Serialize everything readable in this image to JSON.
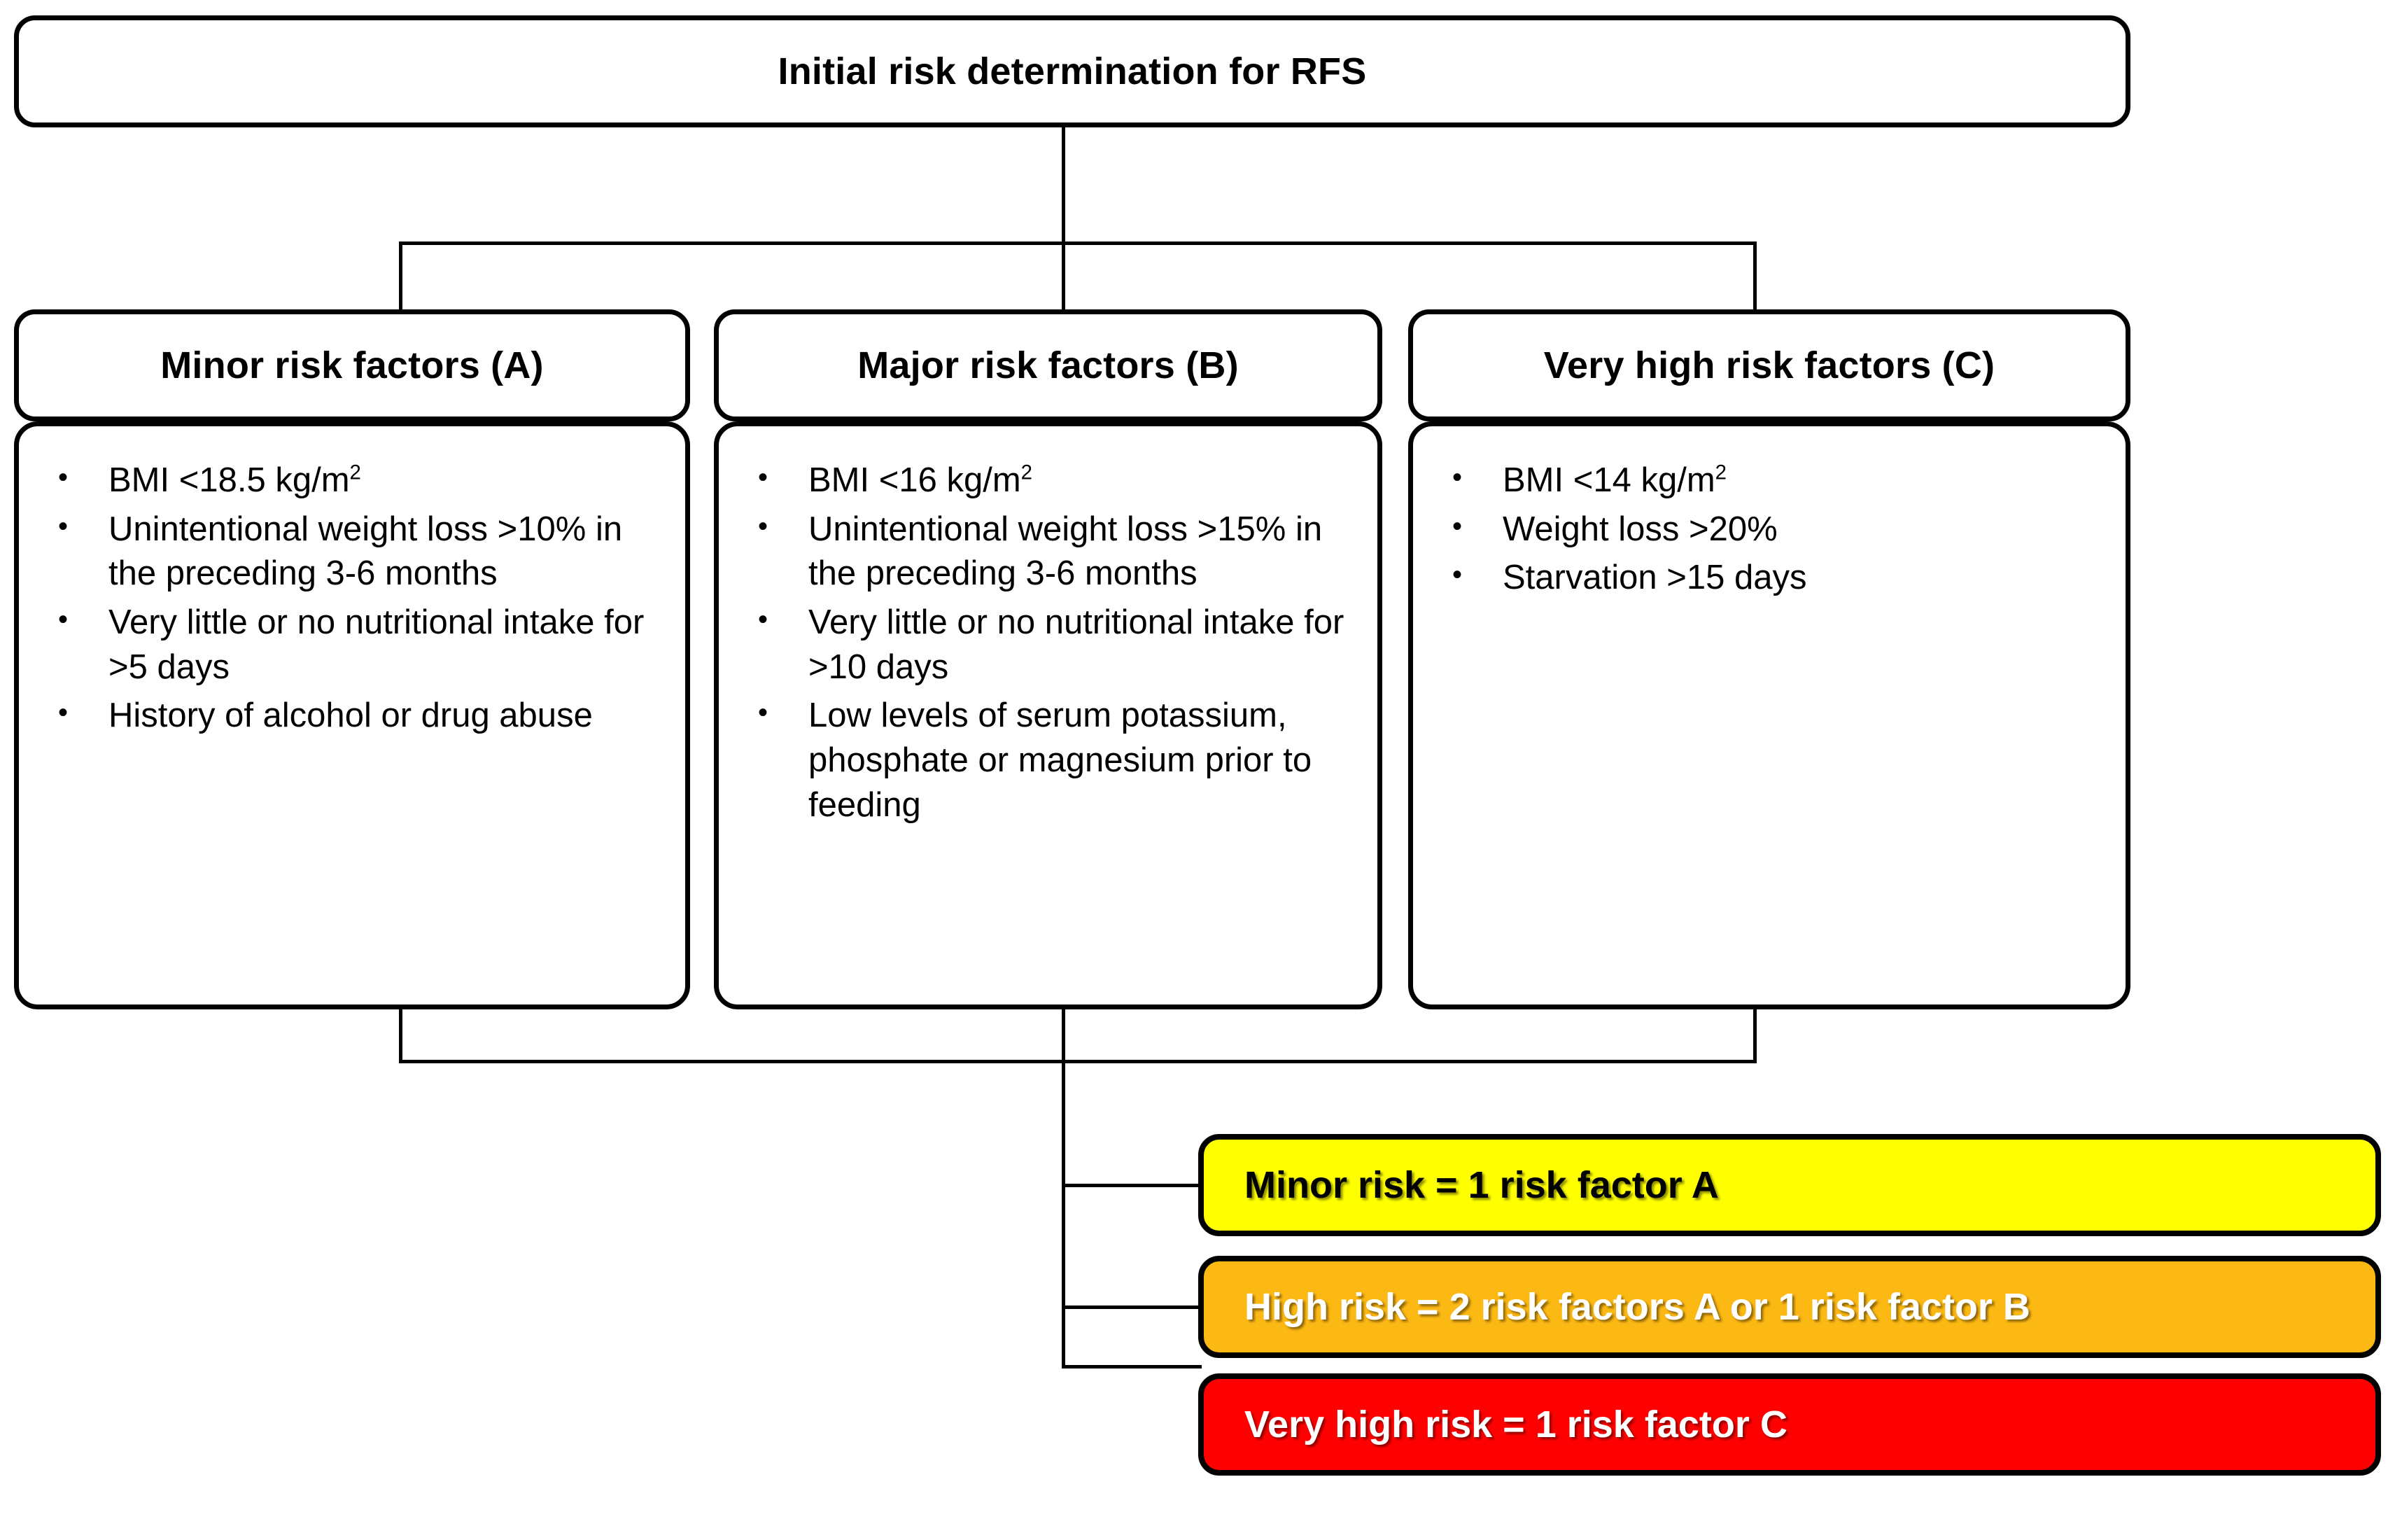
{
  "diagram": {
    "title": "Initial risk determination for RFS",
    "columns": [
      {
        "header": "Minor risk factors (A)",
        "items": [
          {
            "text": "BMI <18.5 kg/m",
            "sup": "2"
          },
          {
            "text": "Unintentional weight loss >10% in the preceding 3-6 months",
            "sup": ""
          },
          {
            "text": "Very little or no nutritional intake for >5 days",
            "sup": ""
          },
          {
            "text": "History of alcohol or drug abuse",
            "sup": ""
          }
        ]
      },
      {
        "header": "Major risk factors (B)",
        "items": [
          {
            "text": "BMI <16 kg/m",
            "sup": "2"
          },
          {
            "text": "Unintentional weight loss >15% in the preceding 3-6 months",
            "sup": ""
          },
          {
            "text": "Very little or no nutritional intake for >10 days",
            "sup": ""
          },
          {
            "text": "Low levels of serum potassium, phosphate or magnesium prior to feeding",
            "sup": ""
          }
        ]
      },
      {
        "header": "Very high risk factors (C)",
        "items": [
          {
            "text": "BMI <14 kg/m",
            "sup": "2"
          },
          {
            "text": "Weight loss >20%",
            "sup": ""
          },
          {
            "text": "Starvation >15 days",
            "sup": ""
          }
        ]
      }
    ],
    "results": [
      {
        "label": "Minor risk = 1 risk factor A",
        "color": "#FFFF00",
        "text_color": "#000000"
      },
      {
        "label": "High risk = 2 risk factors A or 1 risk factor B",
        "color": "#FCB813",
        "text_color": "#FFFFFF"
      },
      {
        "label": "Very high risk = 1 risk factor C",
        "color": "#FF0000",
        "text_color": "#FFFFFF"
      }
    ]
  }
}
